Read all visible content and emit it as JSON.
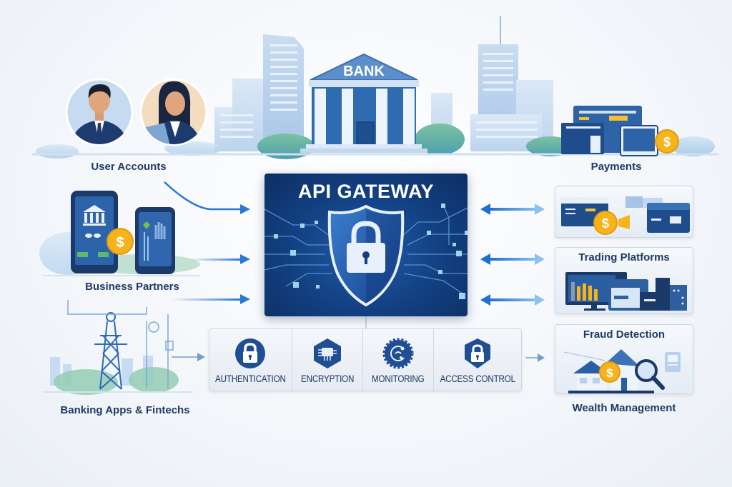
{
  "diagram": {
    "title": "API GATEWAY",
    "bank_label": "BANK",
    "colors": {
      "navy": "#1f3a64",
      "gateway_blue": "#123f80",
      "arrow_blue": "#2a78d0",
      "coin_gold": "#f5b41c",
      "leaf_green": "#5fae8a"
    },
    "left_nodes": [
      {
        "label": "User Accounts",
        "icon": "users-avatars-icon"
      },
      {
        "label": "Business Partners",
        "icon": "mobile-phones-icon"
      },
      {
        "label": "Banking Apps & Fintechs",
        "icon": "infrastructure-tower-icon"
      }
    ],
    "right_nodes": [
      {
        "label": "Payments",
        "icon": "payment-devices-icon"
      },
      {
        "label": "Trading Platforms",
        "icon": "trading-screens-icon"
      },
      {
        "label": "Fraud Detection",
        "icon": "fraud-magnifier-icon"
      },
      {
        "label": "Wealth Management",
        "icon": "house-coin-icon"
      }
    ],
    "security_features": [
      {
        "label": "AUTHENTICATION",
        "icon": "lock-circle-icon"
      },
      {
        "label": "ENCRYPTION",
        "icon": "chip-hexagon-icon"
      },
      {
        "label": "MONITORING",
        "icon": "monitoring-gear-icon"
      },
      {
        "label": "ACCESS CONTROL",
        "icon": "lock-shield-icon"
      }
    ]
  }
}
